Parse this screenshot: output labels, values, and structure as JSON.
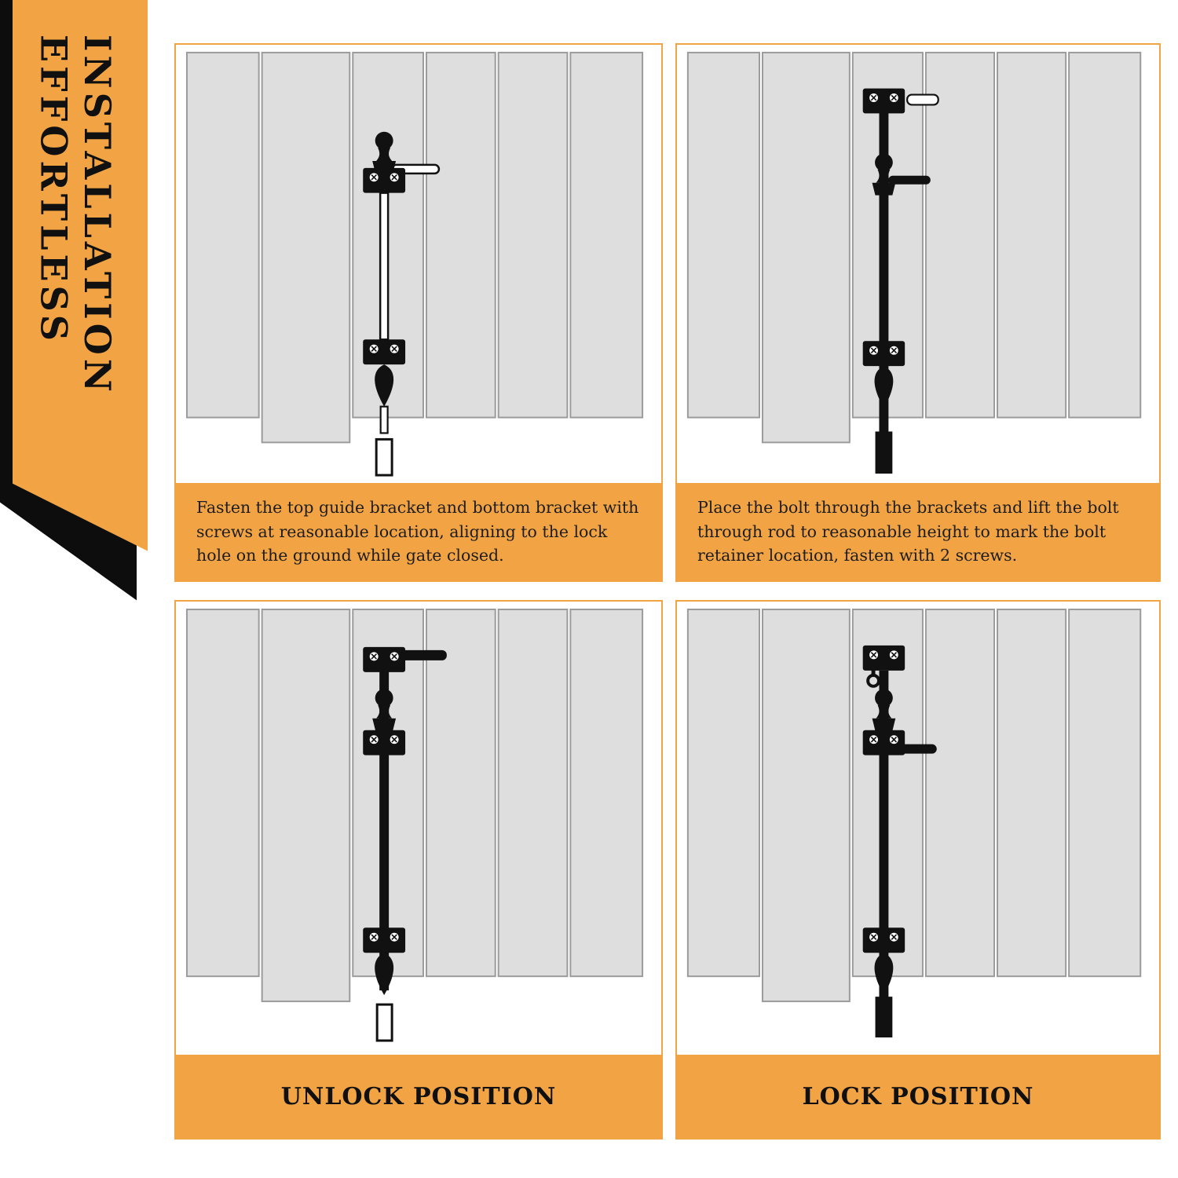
{
  "banner": {
    "title_line1": "EFFORTLESS",
    "title_line2": "INSTALLATION"
  },
  "panels": [
    {
      "name": "step-1",
      "illustration": "gate-planks-with-brackets-and-ghost-bolt",
      "caption": "Fasten the top guide bracket and bottom bracket with screws at reasonable location, aligning to the lock hole on the ground while gate closed."
    },
    {
      "name": "step-2",
      "illustration": "gate-planks-with-bolt-through-brackets",
      "caption": "Place the bolt through the brackets and lift the bolt through rod to reasonable height to mark the bolt retainer location, fasten with 2 screws."
    },
    {
      "name": "unlock-position",
      "illustration": "gate-bolt-raised-out-of-ground-sleeve",
      "caption": "UNLOCK POSITION"
    },
    {
      "name": "lock-position",
      "illustration": "gate-bolt-dropped-into-ground-sleeve",
      "caption": "LOCK POSITION"
    }
  ],
  "colors": {
    "accent_orange": "#F2A444",
    "outline_black": "#111111",
    "plank_gray": "#DEDEDE",
    "plank_border_gray": "#9B9B9B"
  }
}
